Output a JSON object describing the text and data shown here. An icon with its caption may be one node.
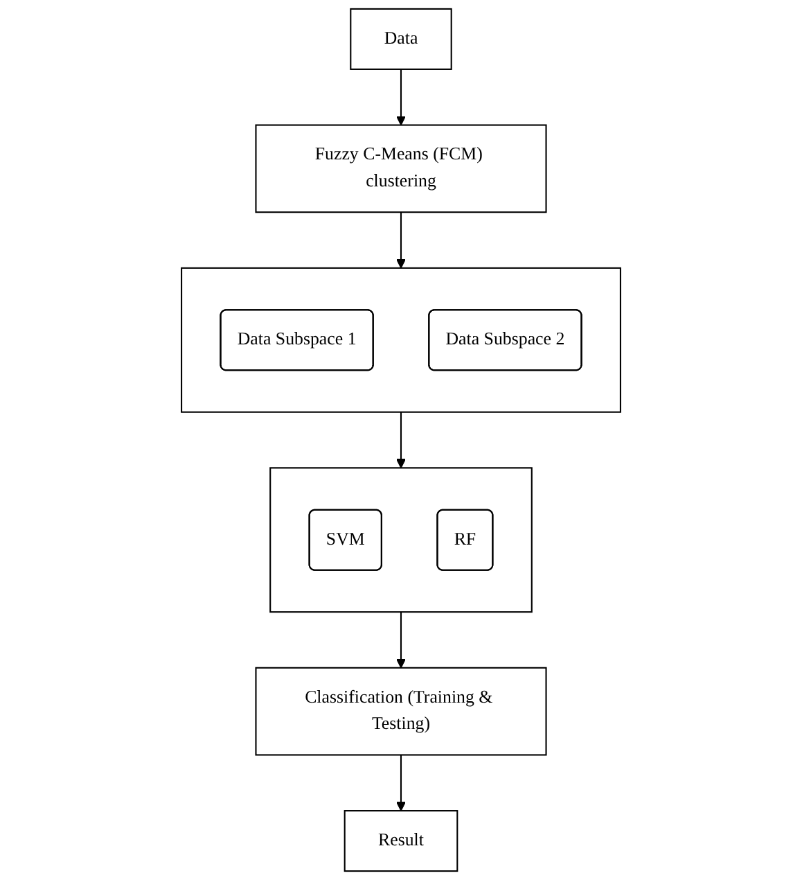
{
  "diagram": {
    "nodes": [
      {
        "text": [
          "Data"
        ]
      },
      {
        "text": [
          "Fuzzy C-Means (FCM) clustering"
        ]
      },
      {
        "text": [],
        "shape": "box"
      },
      {
        "text": [
          "Data Subspace 1"
        ],
        "in": 2
      },
      {
        "text": [
          "Data Subspace 2"
        ],
        "in": 2
      },
      {
        "text": [],
        "shape": "box"
      },
      {
        "text": [
          "SVM"
        ],
        "in": 5
      },
      {
        "text": [
          "RF"
        ],
        "in": 5
      },
      {
        "text": [
          "Classification (Training & Testing)"
        ]
      },
      {
        "text": [
          "Result"
        ]
      }
    ],
    "edges": [
      {
        "from": 0,
        "to": 1,
        "arrow": "to"
      },
      {
        "from": 1,
        "to": 2,
        "arrow": "to"
      },
      {
        "from": 2,
        "to": 5,
        "arrow": "to"
      },
      {
        "from": 5,
        "to": 8,
        "arrow": "to"
      },
      {
        "from": 8,
        "to": 9,
        "arrow": "to"
      }
    ]
  }
}
